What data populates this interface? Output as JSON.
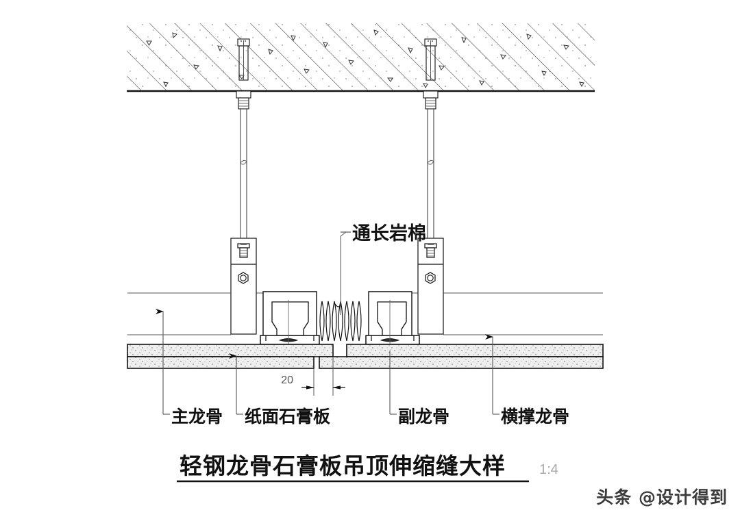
{
  "drawing": {
    "title": "轻钢龙骨石膏板吊顶伸缩缝大样",
    "scale": "1:4",
    "type": "architectural-section-detail",
    "colors": {
      "line": "#1a1a1a",
      "thin_line": "#555555",
      "hatch": "#444444",
      "board_fill": "#e8e8e8",
      "scale_text": "#a8a8a8",
      "background": "#ffffff"
    },
    "callouts": {
      "rockwool": "通长岩棉",
      "main_runner": "主龙骨",
      "gypsum_board": "纸面石膏板",
      "furring_channel": "副龙骨",
      "cross_brace": "横撑龙骨"
    },
    "dimensions": {
      "joint_gap": "20"
    },
    "watermark": "头条 @设计得到"
  }
}
